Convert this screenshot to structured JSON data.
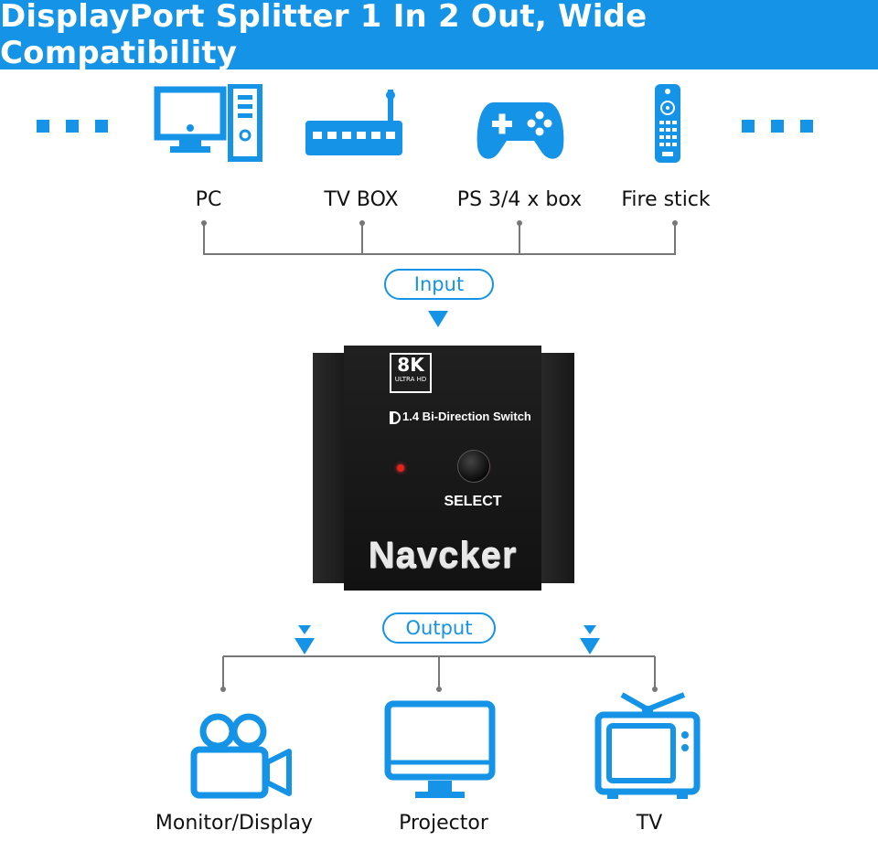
{
  "banner": {
    "title": "DisplayPort Splitter 1 In 2 Out, Wide Compatibility"
  },
  "colors": {
    "accent": "#1593e6",
    "led": "#e3221c",
    "device": "#161616"
  },
  "inputs": [
    {
      "label": "PC",
      "icon": "pc-icon"
    },
    {
      "label": "TV BOX",
      "icon": "tv-box-router-icon"
    },
    {
      "label": "PS 3/4 x box",
      "icon": "gamepad-icon"
    },
    {
      "label": "Fire stick",
      "icon": "remote-control-icon"
    }
  ],
  "input_label": "Input",
  "output_label": "Output",
  "device": {
    "badge_main": "8K",
    "badge_sub": "ULTRA HD",
    "model_text": "1.4 Bi-Direction Switch",
    "button_label": "SELECT",
    "brand": "Navcker"
  },
  "outputs": [
    {
      "label": "Monitor/Display",
      "icon": "video-camera-icon"
    },
    {
      "label": "Projector",
      "icon": "monitor-icon"
    },
    {
      "label": "TV",
      "icon": "retro-tv-icon"
    }
  ]
}
